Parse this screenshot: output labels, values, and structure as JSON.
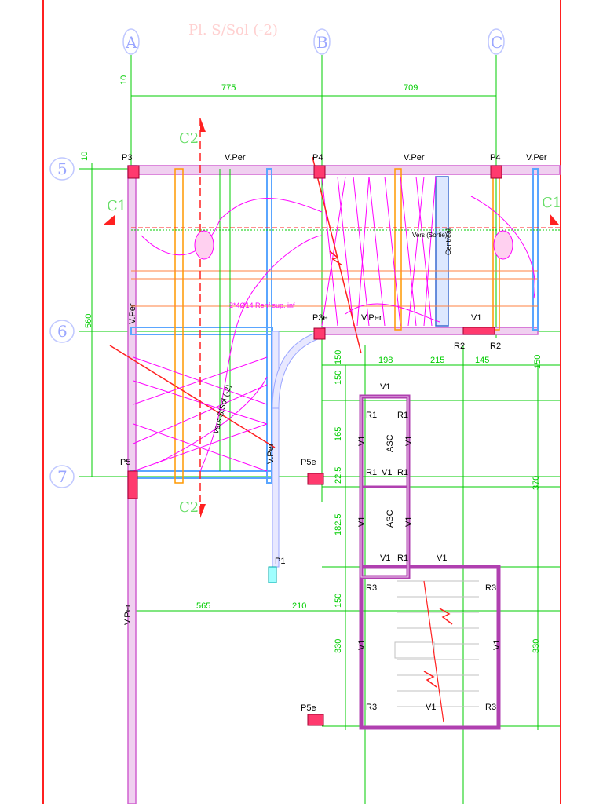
{
  "drawing": {
    "title": "Pl. S/Sol (-2)",
    "colors": {
      "dim": "#00cc00",
      "wall": "#d060d0",
      "column": "#ff3070",
      "frame": "#ff2020",
      "beam": "#ff9900",
      "blue": "#5aa6ff",
      "slab": "#ff00ff"
    },
    "axes_letters": [
      "A",
      "B",
      "C"
    ],
    "axes_numbers": [
      "5",
      "6",
      "7"
    ],
    "section_marks": {
      "c1": "C1",
      "c2": "C2"
    },
    "dims_top": {
      "left_10": "10",
      "ab": "775",
      "bc": "709"
    },
    "dims_left": {
      "top_10": "10",
      "span_560": "560"
    },
    "dims_mid": [
      "150",
      "198",
      "215",
      "145",
      "150"
    ],
    "dims_shaft": [
      "150",
      "165",
      "22.5",
      "182.5",
      "150",
      "330"
    ],
    "dims_right": [
      "370",
      "330"
    ],
    "dims_lower": [
      "565",
      "210"
    ],
    "columns": {
      "p3": "P3",
      "p4a": "P4",
      "p4b": "P4",
      "p3e": "P3e",
      "p5": "P5",
      "p5e_top": "P5e",
      "p5e_bot": "P5e",
      "p1": "P1"
    },
    "walls": {
      "vper": "V.Per",
      "v1": "V1",
      "r1": "R1",
      "r2": "R2",
      "r3": "R3",
      "asc": "ASC"
    },
    "notes": {
      "vers": "Vers S/Sol (-2)",
      "centreal": "Centreal",
      "reinf": "2*4Ø14 Renf sup. inf",
      "vers2": "Vers (Sortie)"
    }
  }
}
